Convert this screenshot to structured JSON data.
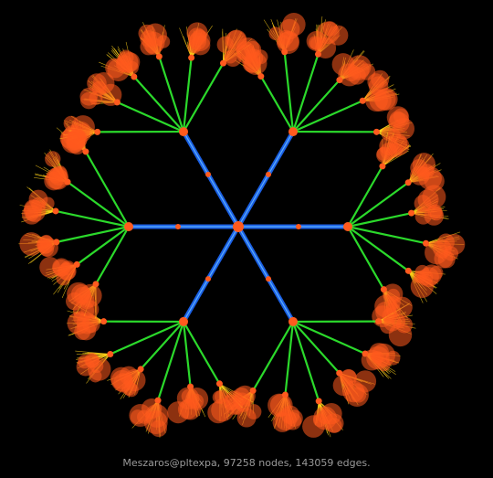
{
  "graph": {
    "name": "Meszaros@pltexpa",
    "nodes": 97258,
    "edges": 143059,
    "caption": "Meszaros@pltexpa, 97258 nodes, 143059 edges."
  },
  "colors": {
    "background": "#000000",
    "hub_edge": "#1e6bff",
    "branch_edge": "#33ff33",
    "fan_edge": "#ffd21a",
    "node": "#ff5a1e",
    "caption": "#9a9a9a"
  }
}
